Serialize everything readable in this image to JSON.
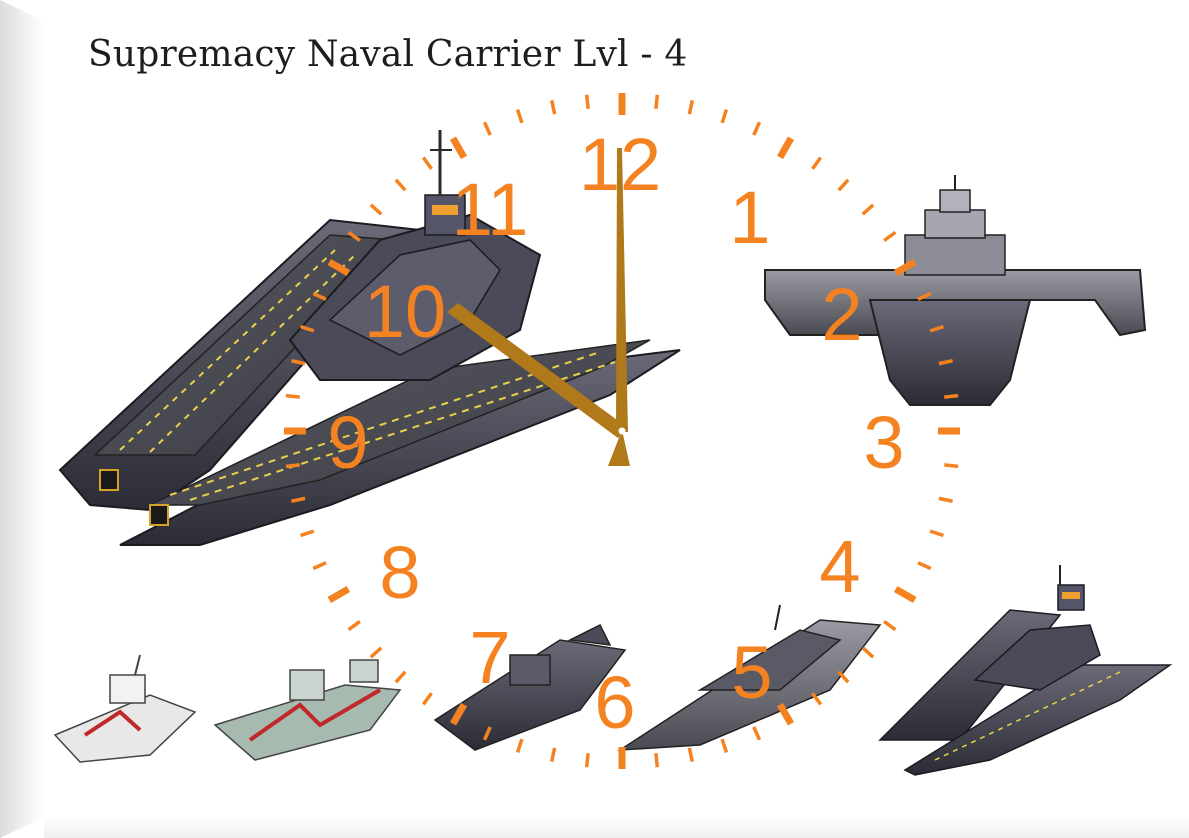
{
  "title": "Supremacy Naval Carrier Lvl - 4",
  "clock": {
    "numerals": [
      "12",
      "1",
      "2",
      "3",
      "4",
      "5",
      "6",
      "7",
      "8",
      "9",
      "10",
      "11"
    ],
    "time_shown": "10:00",
    "accent_color": "#f58220",
    "hand_color": "#b07a1a"
  },
  "ships": {
    "main": "carrier-large",
    "top_right": "carrier-front-view",
    "row": [
      "patrol-boat-white",
      "frigate-grey",
      "destroyer-dark",
      "cruiser-dark",
      "carrier-small"
    ]
  }
}
